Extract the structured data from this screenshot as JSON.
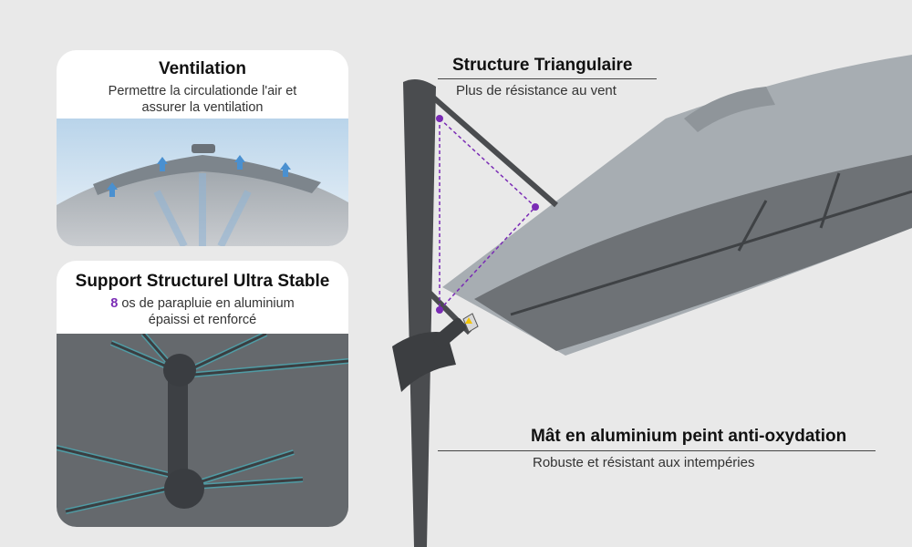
{
  "ventilation": {
    "title": "Ventilation",
    "line1": "Permettre la circulationde l'air et",
    "line2": "assurer la ventilation"
  },
  "support": {
    "title": "Support Structurel Ultra Stable",
    "number": "8",
    "line1_rest": " os de parapluie en aluminium",
    "line2": "épaissi et renforcé"
  },
  "structure": {
    "title": "Structure Triangulaire",
    "subtitle": "Plus de résistance au vent"
  },
  "mast": {
    "title": "Mât en aluminium peint anti-oxydation",
    "subtitle": "Robuste et résistant aux intempéries"
  },
  "colors": {
    "background": "#e9e9e9",
    "canopy": "#a7adb2",
    "canopy_underside": "#6e7276",
    "pole": "#4a4c4f",
    "accent_purple": "#7a2bb5",
    "rib_highlight": "#3fc7d4"
  }
}
